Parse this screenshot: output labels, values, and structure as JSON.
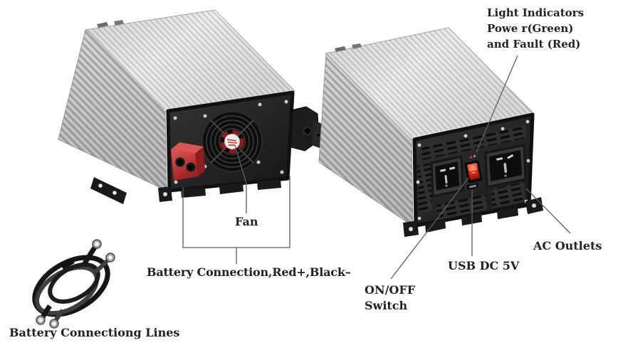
{
  "annotations": {
    "light_indicators": {
      "lines": [
        "Light Indicators",
        "Powe r(Green)",
        "and Fault (Red)"
      ]
    },
    "fan": {
      "label": "Fan"
    },
    "battery_connection": {
      "label": "Battery Connection,Red+,Black–"
    },
    "on_off_switch": {
      "lines": [
        "ON/OFF",
        "Switch"
      ]
    },
    "usb": {
      "label": "USB DC 5V"
    },
    "ac_outlets": {
      "label": "AC Outlets"
    },
    "battery_lines": {
      "label": "Battery Connectiong Lines"
    }
  },
  "colors": {
    "text": "#222222",
    "leader_line": "#5f5f5f",
    "aluminum_light": "#e6e6e6",
    "aluminum_dark": "#a6a6a6",
    "panel_black": "#1e1e1e",
    "terminal_red": "#c22f2f",
    "switch_red": "#ee2b12",
    "fan_blade_red": "#971919"
  }
}
